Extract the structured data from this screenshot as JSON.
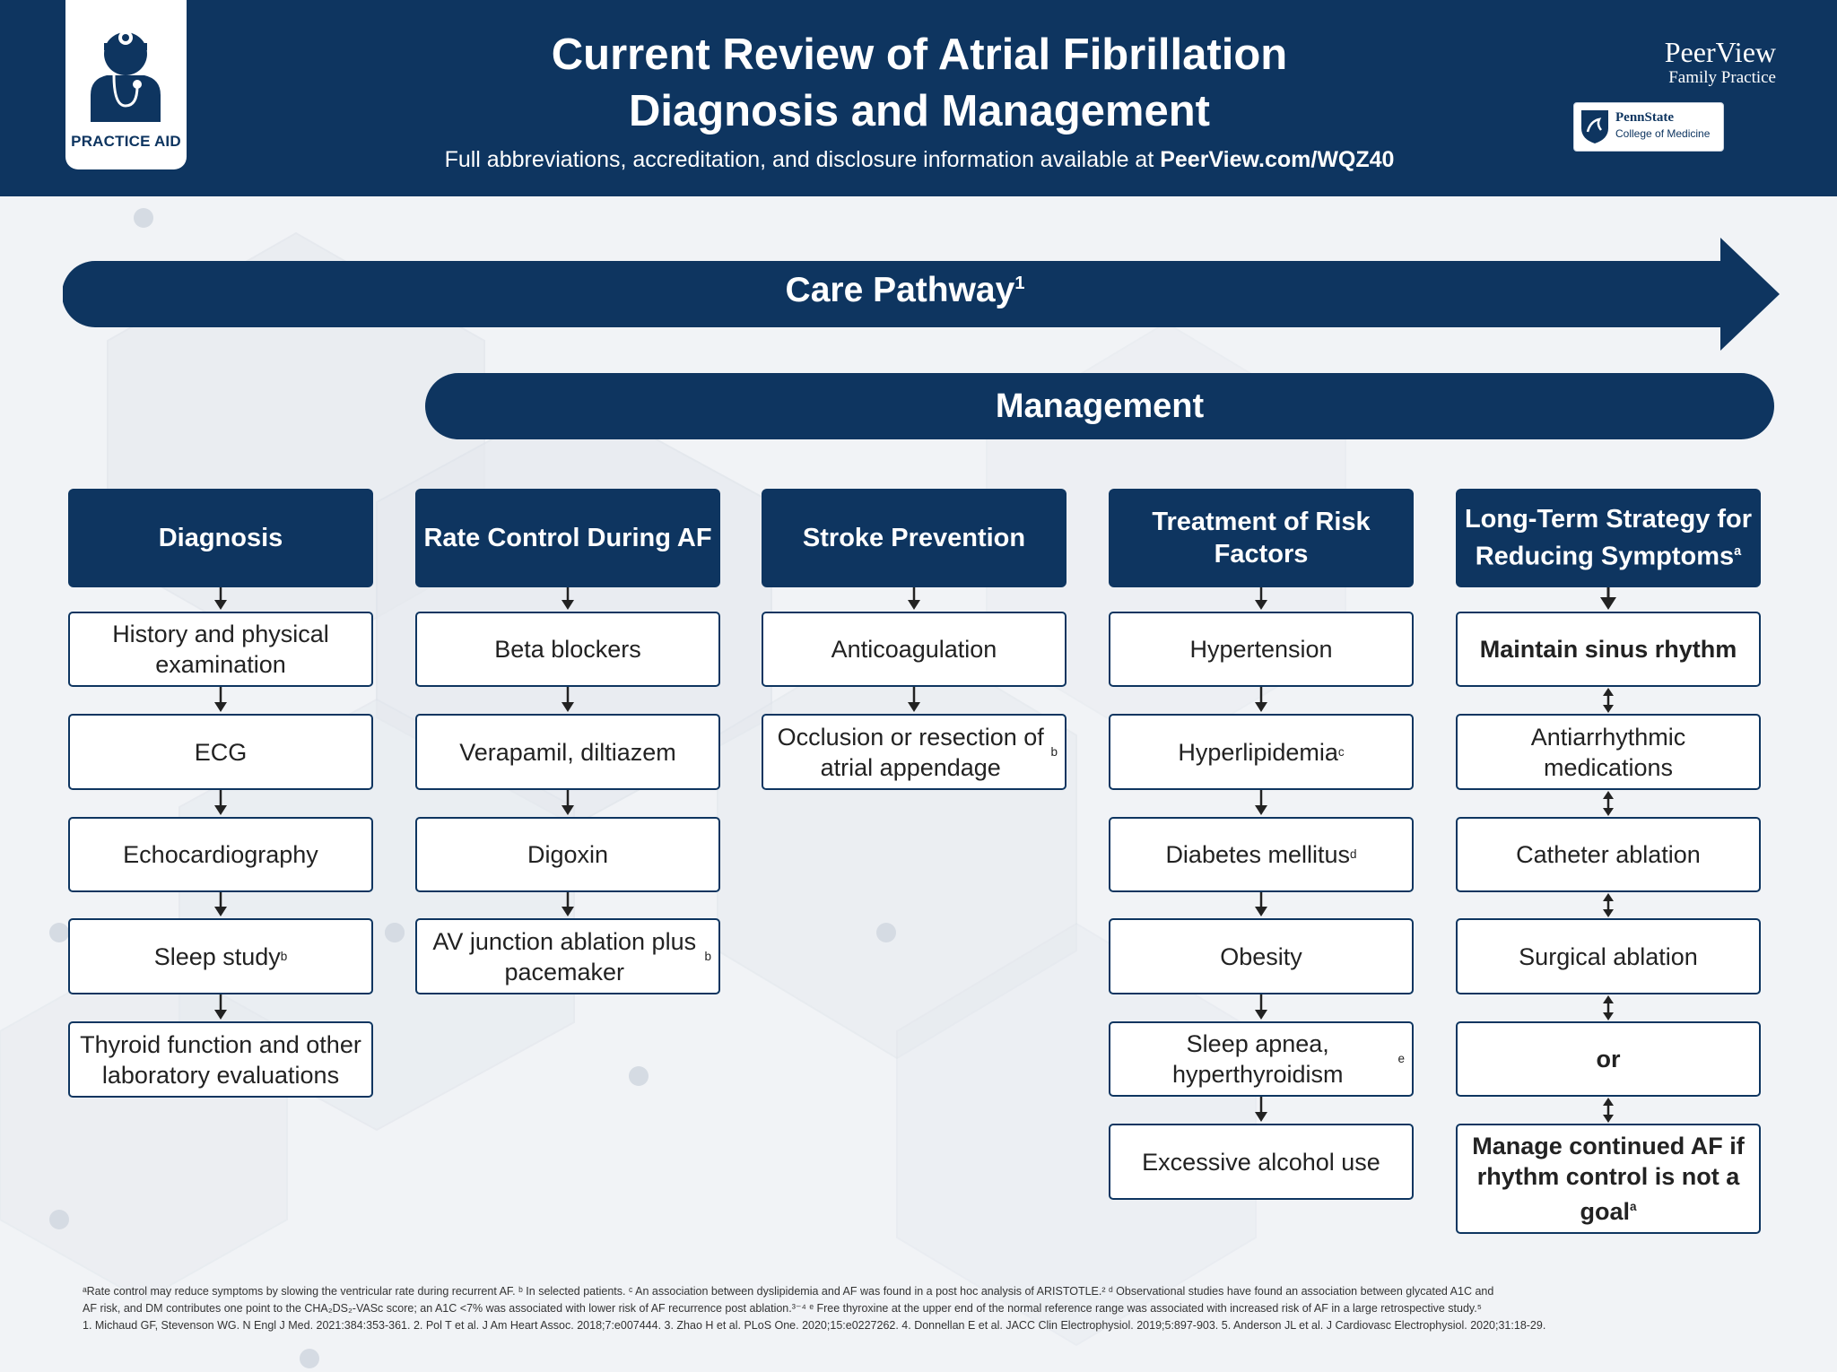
{
  "header": {
    "badge_label": "PRACTICE AID",
    "title_line1": "Current Review of Atrial Fibrillation",
    "title_line2": "Diagnosis and Management",
    "subtitle_prefix": "Full abbreviations, accreditation, and disclosure information available at ",
    "subtitle_link": "PeerView.com/WQZ40",
    "brand_name": "PeerView",
    "brand_sub": "Family Practice",
    "partner_name": "PennState",
    "partner_sub": "College of Medicine"
  },
  "pathway": {
    "label": "Care Pathway",
    "ref": "1"
  },
  "management": {
    "label": "Management"
  },
  "colors": {
    "navy": "#0e3560",
    "background": "#f1f3f6",
    "box_fill": "#ffffff"
  },
  "columns": [
    {
      "head": "Diagnosis",
      "head_sup": "",
      "items": [
        {
          "text": "History and physical examination",
          "sup": ""
        },
        {
          "text": "ECG",
          "sup": ""
        },
        {
          "text": "Echocardiography",
          "sup": ""
        },
        {
          "text": "Sleep study",
          "sup": "b"
        },
        {
          "text": "Thyroid function and other laboratory evaluations",
          "sup": ""
        }
      ]
    },
    {
      "head": "Rate Control During AF",
      "head_sup": "",
      "items": [
        {
          "text": "Beta blockers",
          "sup": ""
        },
        {
          "text": "Verapamil, diltiazem",
          "sup": ""
        },
        {
          "text": "Digoxin",
          "sup": ""
        },
        {
          "text": "AV junction ablation plus pacemaker",
          "sup": "b"
        }
      ]
    },
    {
      "head": "Stroke Prevention",
      "head_sup": "",
      "items": [
        {
          "text": "Anticoagulation",
          "sup": ""
        },
        {
          "text": "Occlusion or resection of atrial appendage",
          "sup": "b"
        }
      ]
    },
    {
      "head": "Treatment of Risk Factors",
      "head_sup": "",
      "items": [
        {
          "text": "Hypertension",
          "sup": ""
        },
        {
          "text": "Hyperlipidemia",
          "sup": "c"
        },
        {
          "text": "Diabetes mellitus",
          "sup": "d"
        },
        {
          "text": "Obesity",
          "sup": ""
        },
        {
          "text": "Sleep apnea, hyperthyroidism",
          "sup": "e"
        },
        {
          "text": "Excessive alcohol use",
          "sup": ""
        }
      ]
    },
    {
      "head": "Long-Term Strategy for Reducing Symptoms",
      "head_sup": "a",
      "items": [
        {
          "text": "Maintain sinus rhythm",
          "sup": ""
        },
        {
          "text": "Antiarrhythmic medications",
          "sup": ""
        },
        {
          "text": "Catheter ablation",
          "sup": ""
        },
        {
          "text": "Surgical ablation",
          "sup": ""
        },
        {
          "text": "or",
          "sup": ""
        },
        {
          "text": "Manage continued AF if rhythm control is not a goal",
          "sup": "a"
        }
      ]
    }
  ],
  "footnotes": {
    "line1": "ᵃRate control may reduce symptoms by slowing the ventricular rate during recurrent AF. ᵇ In selected patients. ᶜ An association between dyslipidemia and AF was found in a post hoc analysis of ARISTOTLE.² ᵈ Observational studies have found an association between glycated A1C and",
    "line2": "AF risk, and DM contributes one point to the CHA₂DS₂-VASc score; an A1C <7% was associated with lower risk of AF recurrence post ablation.³⁻⁴ ᵉ Free thyroxine at the upper end of the normal reference range was associated with increased risk of AF in a large retrospective study.⁵",
    "line3": "1. Michaud GF, Stevenson WG. N Engl J Med. 2021:384:353-361. 2. Pol T et al. J Am Heart Assoc. 2018;7:e007444. 3. Zhao H et al. PLoS One. 2020;15:e0227262. 4. Donnellan E et al. JACC Clin Electrophysiol. 2019;5:897-903. 5. Anderson JL et al. J Cardiovasc Electrophysiol. 2020;31:18-29."
  }
}
